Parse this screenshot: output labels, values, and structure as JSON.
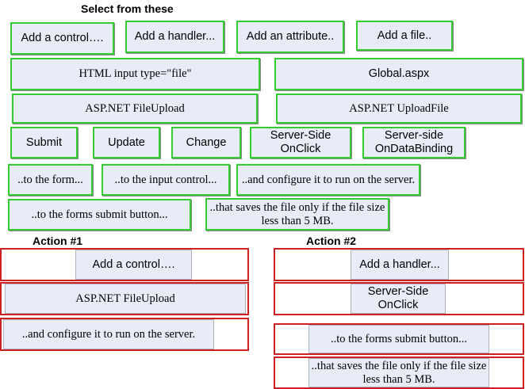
{
  "title": "Select from these",
  "options": {
    "add_control": "Add a control….",
    "add_handler": "Add a handler...",
    "add_attribute": "Add an attribute..",
    "add_file": "Add a file..",
    "html_input_file": "HTML input type=\"file\"",
    "global_aspx": "Global.aspx",
    "aspnet_fileupload": "ASP.NET FileUpload",
    "aspnet_uploadfile": "ASP.NET UploadFile",
    "submit": "Submit",
    "update": "Update",
    "change": "Change",
    "server_side_onclick": "Server-Side OnClick",
    "server_side_ondatabinding": "Server-side OnDataBinding",
    "to_the_form": "..to the form...",
    "to_the_input_control": "..to the input control...",
    "configure_run_on_server": "..and configure it to run on the server.",
    "to_forms_submit_button": "..to the forms submit button...",
    "saves_file_under_5mb": "..that saves the file only if the file size less than 5 MB."
  },
  "action1": {
    "title": "Action #1",
    "slots": [
      "Add a control….",
      "ASP.NET FileUpload",
      "..and configure it to run on the server."
    ]
  },
  "action2": {
    "title": "Action #2",
    "slots": [
      "Add a handler...",
      "Server-Side OnClick",
      "..to the forms submit button...",
      "..that saves the file only if the file size less than 5 MB."
    ]
  },
  "colors": {
    "option_border": "#33cc33",
    "slot_border": "#cc2020",
    "box_fill": "#e8ecf6"
  }
}
